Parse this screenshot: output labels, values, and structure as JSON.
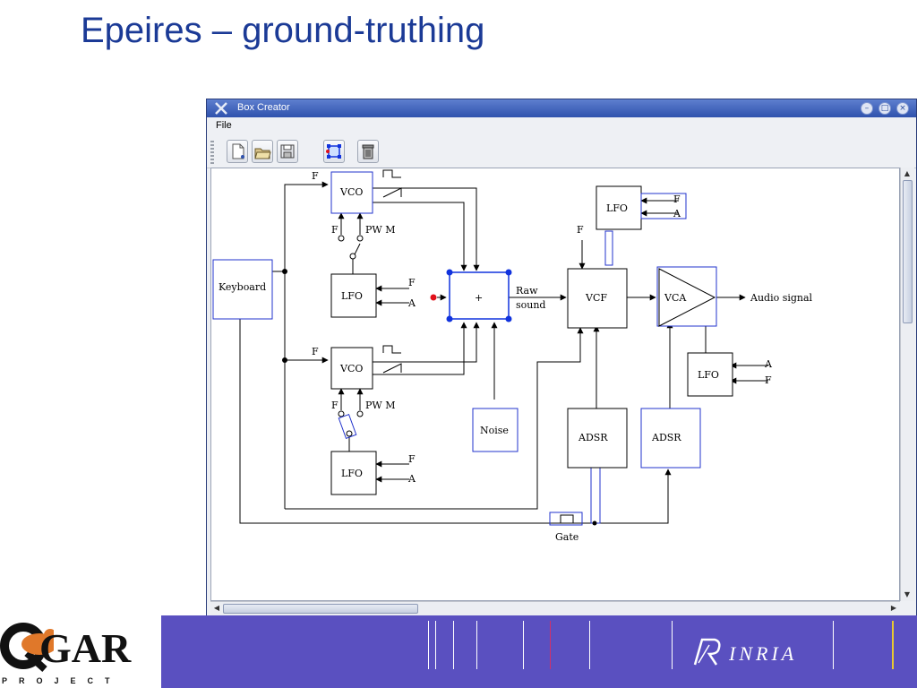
{
  "slide": {
    "title": "Epeires – ground-truthing"
  },
  "window": {
    "title": "Box Creator",
    "menu": {
      "file_label": "File"
    },
    "toolbar": [
      "new-file-icon",
      "open-folder-icon",
      "save-icon",
      "select-box-icon",
      "trash-icon"
    ]
  },
  "diagram": {
    "vco1": "VCO",
    "vco2": "VCO",
    "lfo1": "LFO",
    "lfo2": "LFO",
    "lfo3": "LFO",
    "lfo4": "LFO",
    "keyboard": "Keyboard",
    "mixer": "+",
    "raw_sound_1": "Raw",
    "raw_sound_2": "sound",
    "vcf": "VCF",
    "vca": "VCA",
    "audio_signal": "Audio signal",
    "noise": "Noise",
    "adsr1": "ADSR",
    "adsr2": "ADSR",
    "gate": "Gate",
    "label_f": "F",
    "label_a": "A",
    "label_pwm": "PW M"
  },
  "footer": {
    "brand": "INRIA",
    "logo_text": "GAR",
    "logo_sub": "PROJECT"
  },
  "colors": {
    "title": "#1b3a96",
    "footer": "#5a50c0",
    "selection": "#2233cc",
    "handle": "#1133dd",
    "port": "#e0101a"
  }
}
